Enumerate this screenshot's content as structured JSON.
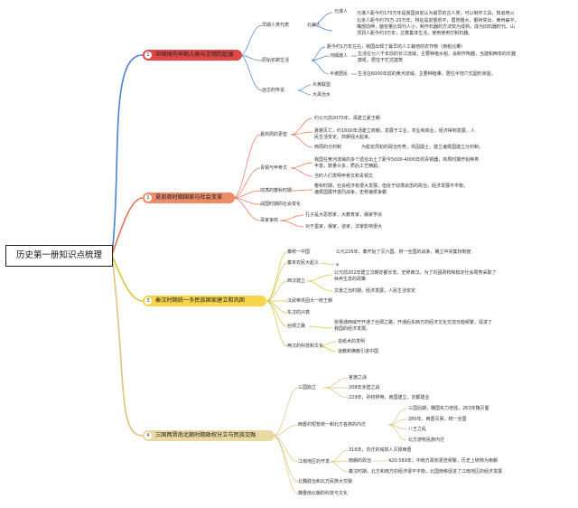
{
  "root": "历史第一册知识点梳理",
  "branches": [
    {
      "num": "1",
      "title": "中国境内早期人类与文明的起源",
      "color": "#e04848",
      "line": "#4a80d6"
    },
    {
      "num": "2",
      "title": "夏商周时期国家与社会变革",
      "color": "#ee8c68",
      "line": "#e8734e"
    },
    {
      "num": "3",
      "title": "秦汉时期统一多民族国家建立和巩固",
      "color": "#f6d54a",
      "line": "#d8c23b"
    },
    {
      "num": "4",
      "title": "三国两晋南北朝时期政权分立与民族交融",
      "color": "#ead9a2",
      "line": "#dcc37e"
    }
  ],
  "b1": {
    "early": "早期人类代表",
    "ylr": "元谋人",
    "bjr": "北京人",
    "ylr_text": [
      "元谋人距今约170万年是我国目前认为最早的古人类，可以制作工具，知道用火"
    ],
    "bjr_text": [
      "北京人距今约70万-20万年，特征是前额低平，眉脊粗大，颧骨突出，鼻骨扁平，",
      "嘴部前伸，脑容量比现代人小，制作石器的方法较为成熟，成为旧石器时代。山",
      "顶洞人距今约3万年，过着集体生活，使用使用打制石器。"
    ],
    "farm": "原始农耕生活",
    "farm_top": "距今约1万年左右，我国出现了最早的人工栽培的农作物（南稻北粟）",
    "hmd": "河姆渡人",
    "hmd_text": [
      "生活在七八千年前的长江流域，主要种植水稻。会制作陶器，当建和两单的乐器",
      "鼓吼，居住干栏式建筑"
    ],
    "bp": "半坡居民",
    "bp_text": "生活在6000年前的黄河流域，主要种植粟。居住半地穴式圆形房屋。",
    "legend": "远古的传说",
    "legend_a": "炎黄联盟",
    "legend_b": "大禹治水"
  },
  "b2": {
    "xsz": "夏商周的更替",
    "xsz1": "约公元前2070年，禹建立夏王朝",
    "xsz2": [
      "夏朝灭亡，约1600年汤建立商朝，发展于工业，农业和商业，经济得到发展，人",
      "民生活安定，商朝强大起来。"
    ],
    "xsz3": "西周的分封制",
    "xsz3b": "为稳定周初的政治形势，巩固疆土，建立诸侯国建立分封制。",
    "qt": "青铜与甲骨文",
    "qt1": [
      "我国在黄河流域的多个遗址出土了距今5000-4000年的青铜器，商周时期开始种类",
      "丰富，数量众多，质后工艺精超。"
    ],
    "qt2": "当时人们发明甲骨文和青铜文",
    "cq": "动荡的春秋时期",
    "cq1": [
      "春秋时期，社会经济有很大发展，但处于动荡状态的政治，经济发展不平衡，",
      "诸侯国展开激烈战争，史称诸侯争霸"
    ],
    "zg": "战国时期的社会变化",
    "bj": "百家争鸣",
    "bj1": "孔子是大思想家，大教育家，儒家学派",
    "bj2": "对于墨家，儒家，道家，法家影响很大"
  },
  "b3": {
    "qty": "秦统一中国",
    "qty1": "公元226年，秦开始了灭六国，统一全国的战争，确立中央集权制度",
    "qm": "秦末农民大起义",
    "qm1": "a",
    "xh": "西汉建立",
    "xh1": [
      "公元前202年建立汉朝定都长安，史称西汉。为了巩固政权和稳定社会局势采取了",
      "休养生息的政策"
    ],
    "xh2": "文景之治时期，经济发展，人民生活安定",
    "hw": "汉武帝巩固大一统王朝",
    "dh": "东汉的兴衰",
    "sc": "丝绸之路",
    "sc1": [
      "张骞通西域开开通了丝绸之路，开通后东西方的经济文化交流日趋频繁，促进了",
      "我国的经济发展。"
    ],
    "kj": "两汉的科技和文化",
    "kj1": "造纸术的发明",
    "kj2": "道教和佛教引进中国"
  },
  "b4": {
    "sg": "三国鼎立",
    "sg1": "官渡之战",
    "sg2": "208年赤壁之战",
    "sg3": "229年，孙权称帝，南国建立，定都建业",
    "xj": "西晋的短暂统一和北方各族的内迁",
    "xj1": "三国后期，魏国实力增强，263年魏灭蜀",
    "xj2": "280年，西晋灭吴，统一全国",
    "xj3": "八王之乱",
    "xj4": "北方游牧民族内迁",
    "jn": "江南地区的开发",
    "jn1": "316年，内迁的匈奴人灭掉西晋",
    "nbc": "南朝的政治",
    "nbc1": "420-589年，中南方政权更迭频繁，历史上统称为南朝",
    "nbc2": "秦汉时期，北方和南方的经济很不平衡，北国南移促进了江南地区的经济发展",
    "bw": "北魏政治和北方民族大交融",
    "wj": "魏晋南北朝的科技与文化"
  }
}
